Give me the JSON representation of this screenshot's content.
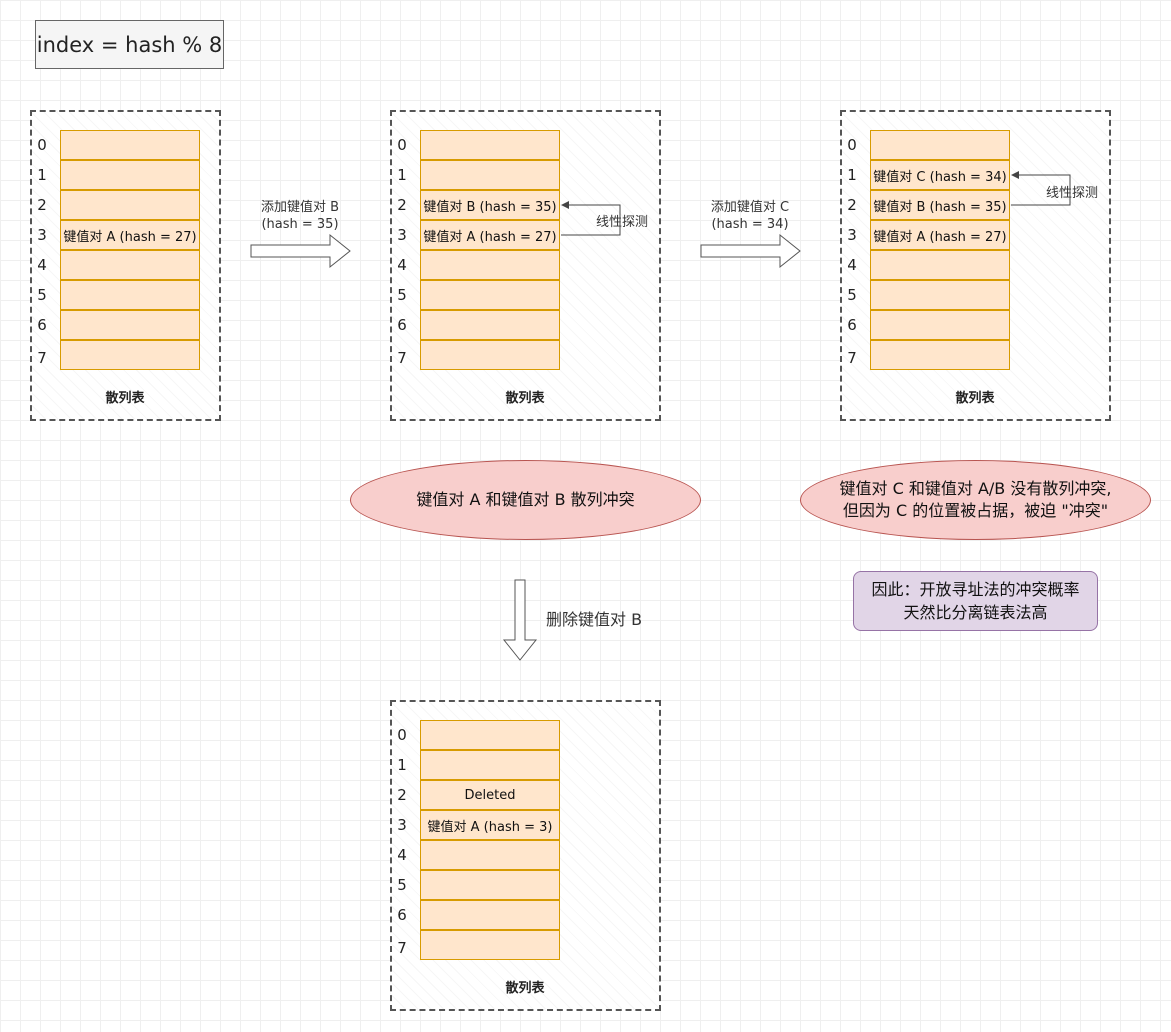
{
  "formula": "index = hash % 8",
  "indices": [
    "0",
    "1",
    "2",
    "3",
    "4",
    "5",
    "6",
    "7"
  ],
  "tables": [
    {
      "slots": [
        "",
        "",
        "",
        "键值对 A (hash = 27)",
        "",
        "",
        "",
        ""
      ],
      "caption": "散列表"
    },
    {
      "slots": [
        "",
        "",
        "键值对 B (hash = 35)",
        "键值对 A (hash = 27)",
        "",
        "",
        "",
        ""
      ],
      "caption": "散列表",
      "probe_label": "线性探测"
    },
    {
      "slots": [
        "",
        "键值对 C (hash = 34)",
        "键值对 B (hash = 35)",
        "键值对 A (hash = 27)",
        "",
        "",
        "",
        ""
      ],
      "caption": "散列表",
      "probe_label": "线性探测"
    },
    {
      "slots": [
        "",
        "",
        "Deleted",
        "键值对 A (hash = 3)",
        "",
        "",
        "",
        ""
      ],
      "caption": "散列表"
    }
  ],
  "arrows": {
    "add_b": {
      "line1": "添加键值对 B",
      "line2": "(hash = 35)"
    },
    "add_c": {
      "line1": "添加键值对 C",
      "line2": "(hash = 34)"
    },
    "delete_b": "删除键值对 B"
  },
  "notes": {
    "collision_ab": "键值对 A 和键值对 B 散列冲突",
    "collision_c_line1": "键值对 C 和键值对 A/B 没有散列冲突,",
    "collision_c_line2": "但因为 C 的位置被占据，被迫 \"冲突\"",
    "conclusion_line1": "因此：开放寻址法的冲突概率",
    "conclusion_line2": "天然比分离链表法高"
  },
  "colors": {
    "cell_fill": "#ffe6cc",
    "cell_border": "#d79b00",
    "ellipse_fill": "#f8cecc",
    "ellipse_border": "#b85450",
    "note_fill": "#e1d5e7",
    "note_border": "#9673a6"
  }
}
